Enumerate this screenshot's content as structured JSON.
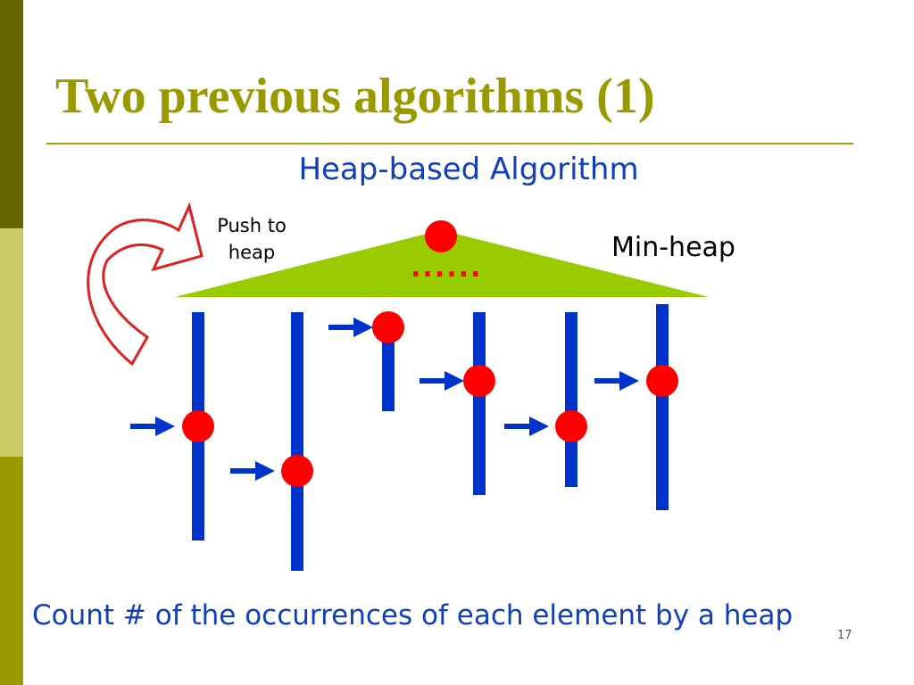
{
  "slide": {
    "title": "Two previous algorithms (1)",
    "subtitle": "Heap-based Algorithm",
    "footer": "Count # of the occurrences of each element by a heap",
    "page_number": "17"
  },
  "diagram": {
    "heap_label": "Min-heap",
    "push_label_line1": "Push to",
    "push_label_line2": "heap",
    "ellipsis": "......"
  },
  "colors": {
    "title": "#999900",
    "blue": "#0033cc",
    "red": "#ff0000",
    "heap_green": "#99cc00",
    "sidebar_dark": "#666600",
    "sidebar_light": "#cccc66",
    "sidebar_mid": "#999900"
  },
  "icons": {
    "push_arrow": "curved-arrow-icon",
    "pointer": "right-arrow-icon",
    "element": "circle-marker"
  }
}
